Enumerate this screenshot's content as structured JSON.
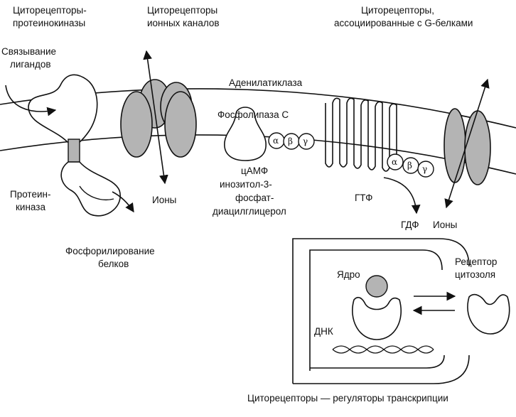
{
  "titles": {
    "pk_line1": "Циторецепторы-",
    "pk_line2": "протеинокиназы",
    "ion_line1": "Циторецепторы",
    "ion_line2": "ионных каналов",
    "gp_line1": "Циторецепторы,",
    "gp_line2": "ассоциированные с G-белками"
  },
  "labels": {
    "ligand_line1": "Связывание",
    "ligand_line2": "лигандов",
    "adenylate": "Аденилатиклаза",
    "phospholipase": "Фосфолипаза С",
    "kinase_line1": "Протеин-",
    "kinase_line2": "киназа",
    "ions_left": "Ионы",
    "messengers_1": "цАМФ",
    "messengers_2": "инозитол-3-",
    "messengers_3": "фосфат-",
    "messengers_4": "диацилглицерол",
    "gtp": "ГТФ",
    "gdp": "ГДФ",
    "ions_right": "Ионы",
    "phos_line1": "Фосфорилирование",
    "phos_line2": "белков",
    "nucleus": "Ядро",
    "cytosol_line1": "Рецептор",
    "cytosol_line2": "цитозоля",
    "dna": "ДНК",
    "transcription": "Циторецепторы — регуляторы транскрипции"
  },
  "gprotein": {
    "alpha": "α",
    "beta": "β",
    "gamma": "γ"
  },
  "colors": {
    "stroke": "#111111",
    "subunit_fill": "#b4b4b4",
    "background": "#ffffff"
  }
}
